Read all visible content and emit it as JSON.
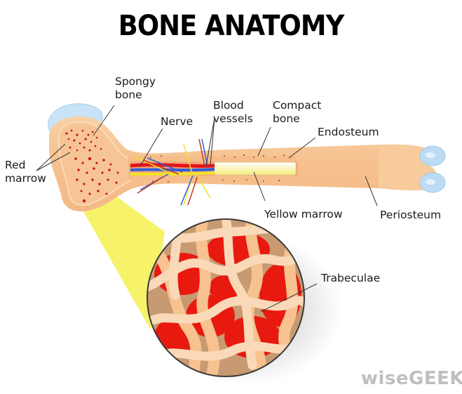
{
  "title": "BONE ANATOMY",
  "labels": {
    "spongy_bone": "Spongy\nbone",
    "nerve": "Nerve",
    "blood_vessels": "Blood\nvessels",
    "compact_bone": "Compact\nbone",
    "endosteum": "Endosteum",
    "red_marrow": "Red\nmarrow",
    "yellow_marrow": "Yellow marrow",
    "periosteum": "Periosteum",
    "trabeculae": "Trabeculae"
  },
  "watermark": "wiseGEEK",
  "colors": {
    "bone": "#f7c89b",
    "bone_light": "#fad9b8",
    "cartilage": "#bcdcf5",
    "red_marrow_dots": "#c8171a",
    "yellow_marrow": "#f7f29a",
    "highlight_beam": "#f5f25a",
    "trabeculae_red": "#e81a10",
    "nerve_yellow": "#f2e22a",
    "vessel_red": "#e4141b",
    "vessel_blue": "#2f5fd8"
  }
}
